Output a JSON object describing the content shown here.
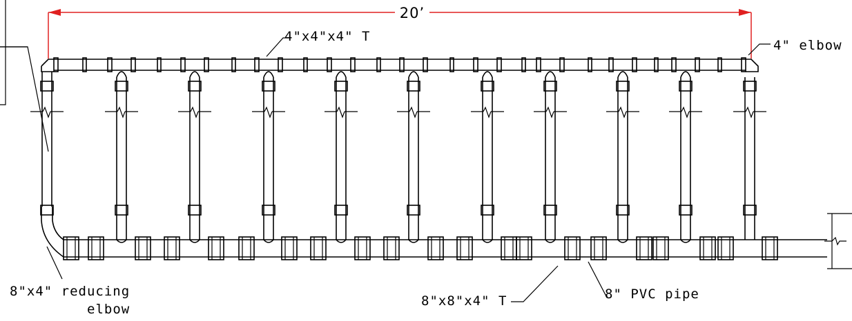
{
  "dimension": {
    "label": "20’",
    "color": "#e02020"
  },
  "labels": {
    "tee_small": "4\"x4\"x4\"  T",
    "elbow": "4\"  elbow",
    "reducing_elbow_line1": "8\"x4\"  reducing",
    "reducing_elbow_line2": "elbow",
    "tee_large": "8\"x8\"x4\"  T",
    "main_pipe": "8\"  PVC  pipe"
  },
  "riser_count": 11
}
